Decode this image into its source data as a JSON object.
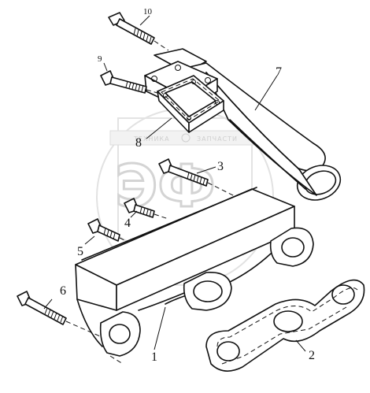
{
  "watermark": {
    "brand_letters": "ЭФ",
    "ribbon_left": "ТЕХНИКА",
    "ribbon_right": "ЗАПЧАСТИ"
  },
  "callouts": [
    {
      "id": "1",
      "part": "exhaust-manifold"
    },
    {
      "id": "2",
      "part": "manifold-gasket"
    },
    {
      "id": "3",
      "part": "bolt"
    },
    {
      "id": "4",
      "part": "bolt"
    },
    {
      "id": "5",
      "part": "bolt"
    },
    {
      "id": "6",
      "part": "bolt"
    },
    {
      "id": "7",
      "part": "exhaust-elbow-pipe"
    },
    {
      "id": "8",
      "part": "flange-gasket"
    },
    {
      "id": "9",
      "part": "bolt"
    },
    {
      "id": "10",
      "part": "bolt"
    }
  ]
}
